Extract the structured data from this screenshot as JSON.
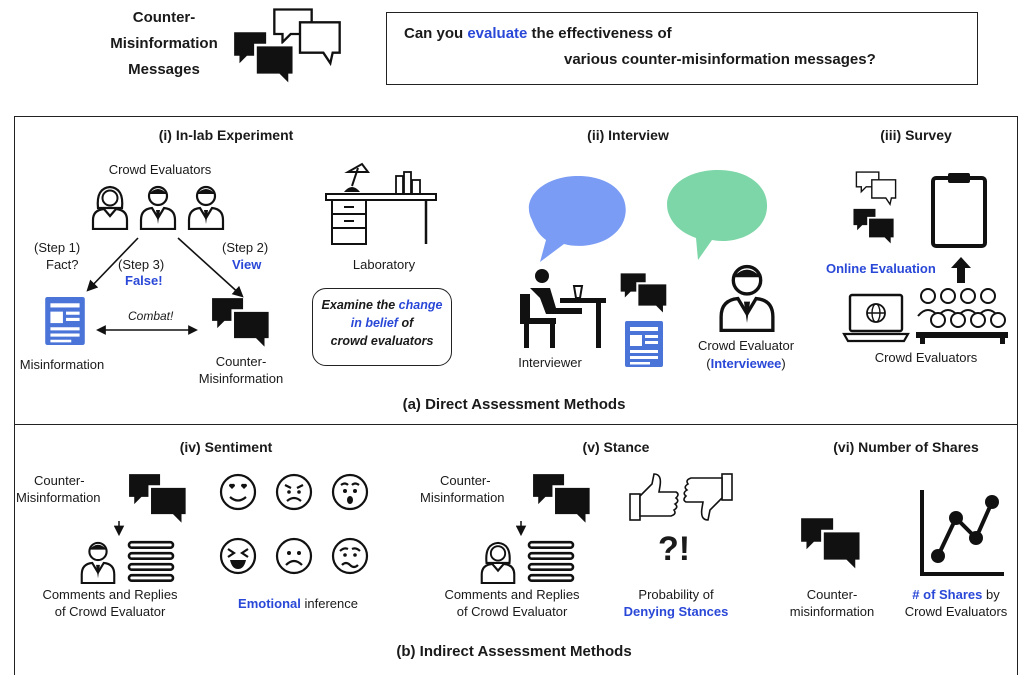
{
  "header": {
    "title_lines": [
      "Counter-",
      "Misinformation",
      "Messages"
    ],
    "question_part1": "Can you ",
    "question_highlight": "evaluate",
    "question_part2": " the effectiveness of",
    "question_line2": "various counter-misinformation messages?"
  },
  "direct": {
    "section_title": "(a) Direct Assessment Methods",
    "inlab": {
      "title": "(i) In-lab Experiment",
      "crowd_label": "Crowd Evaluators",
      "step1": "(Step 1)",
      "fact": "Fact?",
      "step3": "(Step 3)",
      "false_label": "False!",
      "step2": "(Step 2)",
      "view_label": "View",
      "combat_label": "Combat!",
      "misinfo_label": "Misinformation",
      "counter_line1": "Counter-",
      "counter_line2": "Misinformation",
      "lab_label": "Laboratory",
      "belief_line1a": "Examine the ",
      "belief_line1b": "change",
      "belief_line2a": "in belief",
      "belief_line2b": " of",
      "belief_line3": "crowd evaluators"
    },
    "interview": {
      "title": "(ii) Interview",
      "interviewer_label": "Interviewer",
      "evaluator_line1": "Crowd Evaluator",
      "evaluator_open": "(",
      "interviewee": "Interviewee",
      "evaluator_close": ")"
    },
    "survey": {
      "title": "(iii) Survey",
      "online_label": "Online Evaluation",
      "crowd_label": "Crowd Evaluators"
    }
  },
  "indirect": {
    "section_title": "(b) Indirect Assessment Methods",
    "sentiment": {
      "title": "(iv) Sentiment",
      "counter_line1": "Counter-",
      "counter_line2": "Misinformation",
      "comments_line1": "Comments and Replies",
      "comments_line2": "of Crowd Evaluator",
      "emotional": "Emotional",
      "inference": " inference"
    },
    "stance": {
      "title": "(v) Stance",
      "counter_line1": "Counter-",
      "counter_line2": "Misinformation",
      "comments_line1": "Comments and Replies",
      "comments_line2": "of Crowd Evaluator",
      "symbol": "?!",
      "prob_line1": "Probability of",
      "prob_line2": "Denying Stances"
    },
    "shares": {
      "title": "(vi) Number of Shares",
      "counter_line1": "Counter-",
      "counter_line2": "misinformation",
      "shares_highlight": "# of Shares",
      "shares_by": " by",
      "shares_line2": "Crowd Evaluators"
    }
  },
  "colors": {
    "highlight_blue": "#2a48d8",
    "bubble_blue": "#7a9cf5",
    "bubble_green": "#7dd6a7",
    "document_blue": "#4a74d8"
  }
}
